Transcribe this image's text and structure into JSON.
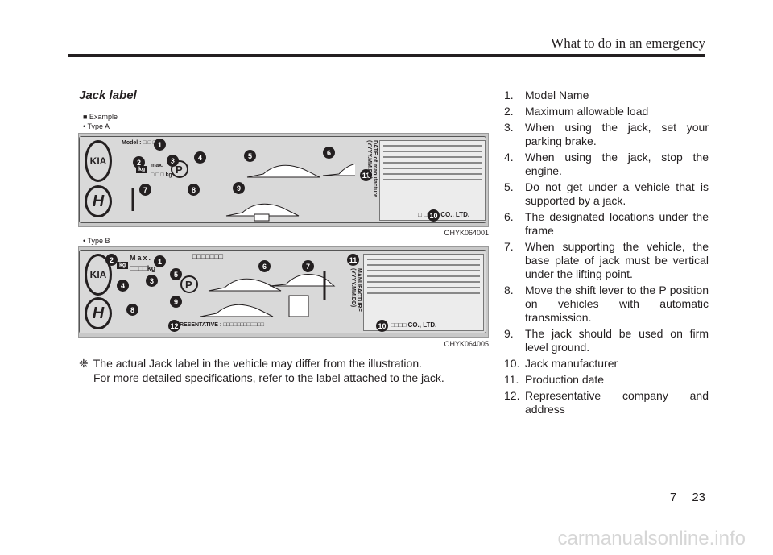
{
  "header": {
    "title": "What to do in an emergency"
  },
  "section": {
    "title": "Jack label"
  },
  "figure": {
    "example_label": "■ Example",
    "type_a": "• Type A",
    "type_b": "• Type B",
    "code_a": "OHYK064001",
    "code_b": "OHYK064005",
    "label_a": {
      "model_text": "Model : □ □ □",
      "max_text": "max.",
      "kg_text": "□ □ □ kg",
      "kg_badge": "kg",
      "date_text": "DATE of manufacture (YYYY.MM.DD)",
      "co_text": "□ □ □ □ CO., LTD.",
      "badges": [
        "1",
        "2",
        "3",
        "4",
        "5",
        "6",
        "7",
        "8",
        "9",
        "10",
        "11"
      ]
    },
    "label_b": {
      "max_text": "Max.",
      "kg_text": "□□□□kg",
      "kg_badge": "kg",
      "title_boxes": "□□□□□□□",
      "date_text": ": DATE OF MANUFACTURE (YYYY.MM.DD)",
      "rep_text": "RESENTATIVE : □□□□□□□□□□□□",
      "co_text": "□□□□ CO., LTD.",
      "badges": [
        "1",
        "2",
        "3",
        "4",
        "5",
        "6",
        "7",
        "8",
        "9",
        "10",
        "11",
        "12"
      ]
    }
  },
  "note": {
    "symbol": "❈",
    "line1": "The actual Jack label in the vehicle may differ from the illustration.",
    "line2": "For more detailed specifications, refer to the label attached to the jack."
  },
  "list": [
    {
      "n": "1.",
      "text": "Model Name"
    },
    {
      "n": "2.",
      "text": "Maximum allowable load"
    },
    {
      "n": "3.",
      "text": "When using the jack, set your parking brake."
    },
    {
      "n": "4.",
      "text": "When using the jack, stop the engine."
    },
    {
      "n": "5.",
      "text": "Do not get under a vehicle that is supported by a jack."
    },
    {
      "n": "6.",
      "text": "The designated locations under the frame"
    },
    {
      "n": "7.",
      "text": "When supporting the vehicle, the base plate of jack must be vertical under the lifting point."
    },
    {
      "n": "8.",
      "text": "Move the shift lever to the P position on vehicles with automatic transmission."
    },
    {
      "n": "9.",
      "text": "The jack should be used on firm level ground."
    },
    {
      "n": "10.",
      "text": "Jack manufacturer"
    },
    {
      "n": "11.",
      "text": "Production date"
    },
    {
      "n": "12.",
      "text": "Representative company and address"
    }
  ],
  "footer": {
    "chapter": "7",
    "page": "23",
    "watermark": "carmanualsonline.info"
  }
}
